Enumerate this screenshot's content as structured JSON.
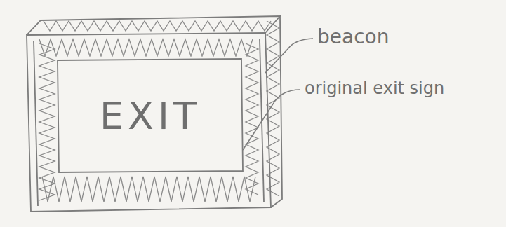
{
  "diagram": {
    "nodes": [
      {
        "text": [
          "EXIT"
        ]
      }
    ],
    "labels": [
      "beacon",
      "original exit sign"
    ]
  }
}
